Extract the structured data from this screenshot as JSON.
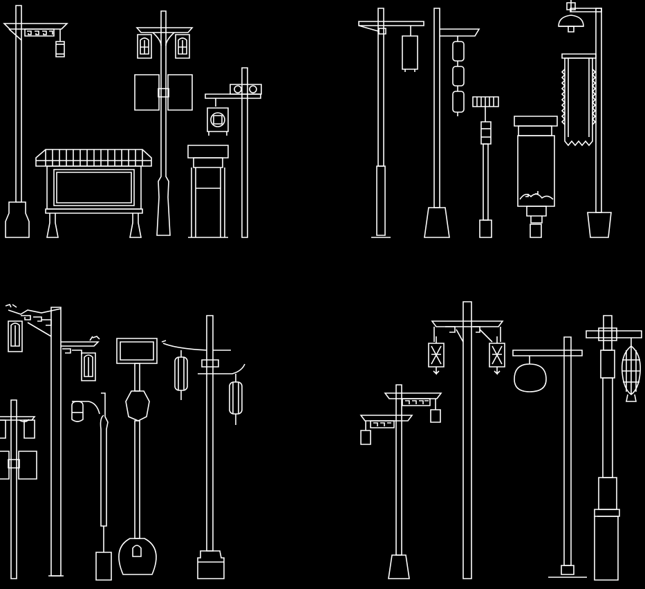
{
  "drawing": {
    "background": "#000000",
    "line_color": "#ffffff",
    "groups": [
      {
        "id": "group-top-left",
        "items": [
          "bracket-lamp-post",
          "twin-lantern-post",
          "roofed-notice-board",
          "small-signboard-stand",
          "cross-arm-lantern-post"
        ]
      },
      {
        "id": "group-top-right",
        "items": [
          "banner-post",
          "tiered-lantern-post",
          "comb-head-bollard-light",
          "scroll-column-lamp",
          "hanging-bell-lamp-post"
        ]
      },
      {
        "id": "group-bottom-left",
        "items": [
          "double-panel-post",
          "ornate-bracket-pole",
          "hooked-lantern-pole",
          "sign-and-vase-post",
          "curved-arm-lantern-pole"
        ]
      },
      {
        "id": "group-bottom-right",
        "items": [
          "two-level-lantern-post",
          "tall-twin-lantern-pole",
          "dome-lamp-pole",
          "cross-top-lantern-pole"
        ]
      }
    ]
  }
}
